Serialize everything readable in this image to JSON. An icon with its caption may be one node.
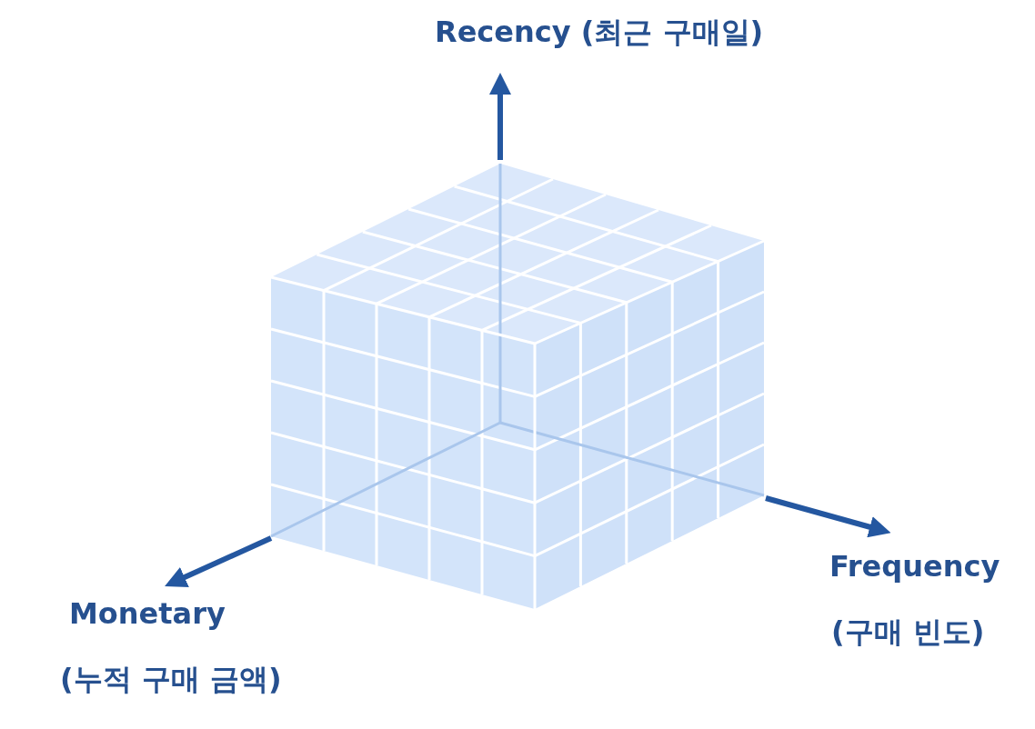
{
  "diagram": {
    "labels": [
      "Recency (최근 구매일)",
      "Frequency",
      "(구매 빈도)",
      "Monetary",
      "(누적 구매 금액)"
    ]
  }
}
